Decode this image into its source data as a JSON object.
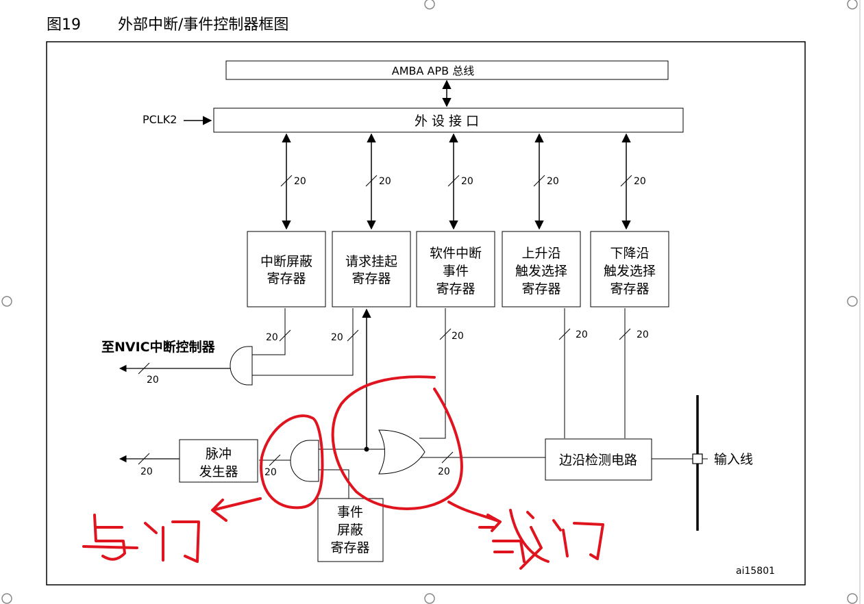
{
  "figure": {
    "number": "图19",
    "title": "外部中断/事件控制器框图",
    "id_label": "ai15801"
  },
  "bus": {
    "amba": "AMBA APB 总线",
    "peripheral_interface": "外 设 接 口",
    "pclk": "PCLK2"
  },
  "registers": [
    {
      "lines": [
        "中断屏蔽",
        "寄存器"
      ]
    },
    {
      "lines": [
        "请求挂起",
        "寄存器"
      ]
    },
    {
      "lines": [
        "软件中断",
        "事件",
        "寄存器"
      ]
    },
    {
      "lines": [
        "上升沿",
        "触发选择",
        "寄存器"
      ]
    },
    {
      "lines": [
        "下降沿",
        "触发选择",
        "寄存器"
      ]
    }
  ],
  "event_mask": {
    "lines": [
      "事件",
      "屏蔽",
      "寄存器"
    ]
  },
  "pulse_gen": {
    "lines": [
      "脉冲",
      "发生器"
    ]
  },
  "edge_detect": "边沿检测电路",
  "input_line": "输入线",
  "nvic": "至NVIC中断控制器",
  "width": "20",
  "annotations": {
    "and_gate": "与门",
    "or_gate": "或门"
  },
  "colors": {
    "line": "#000000",
    "annotation": "#e0141e",
    "frame": "#000000"
  }
}
